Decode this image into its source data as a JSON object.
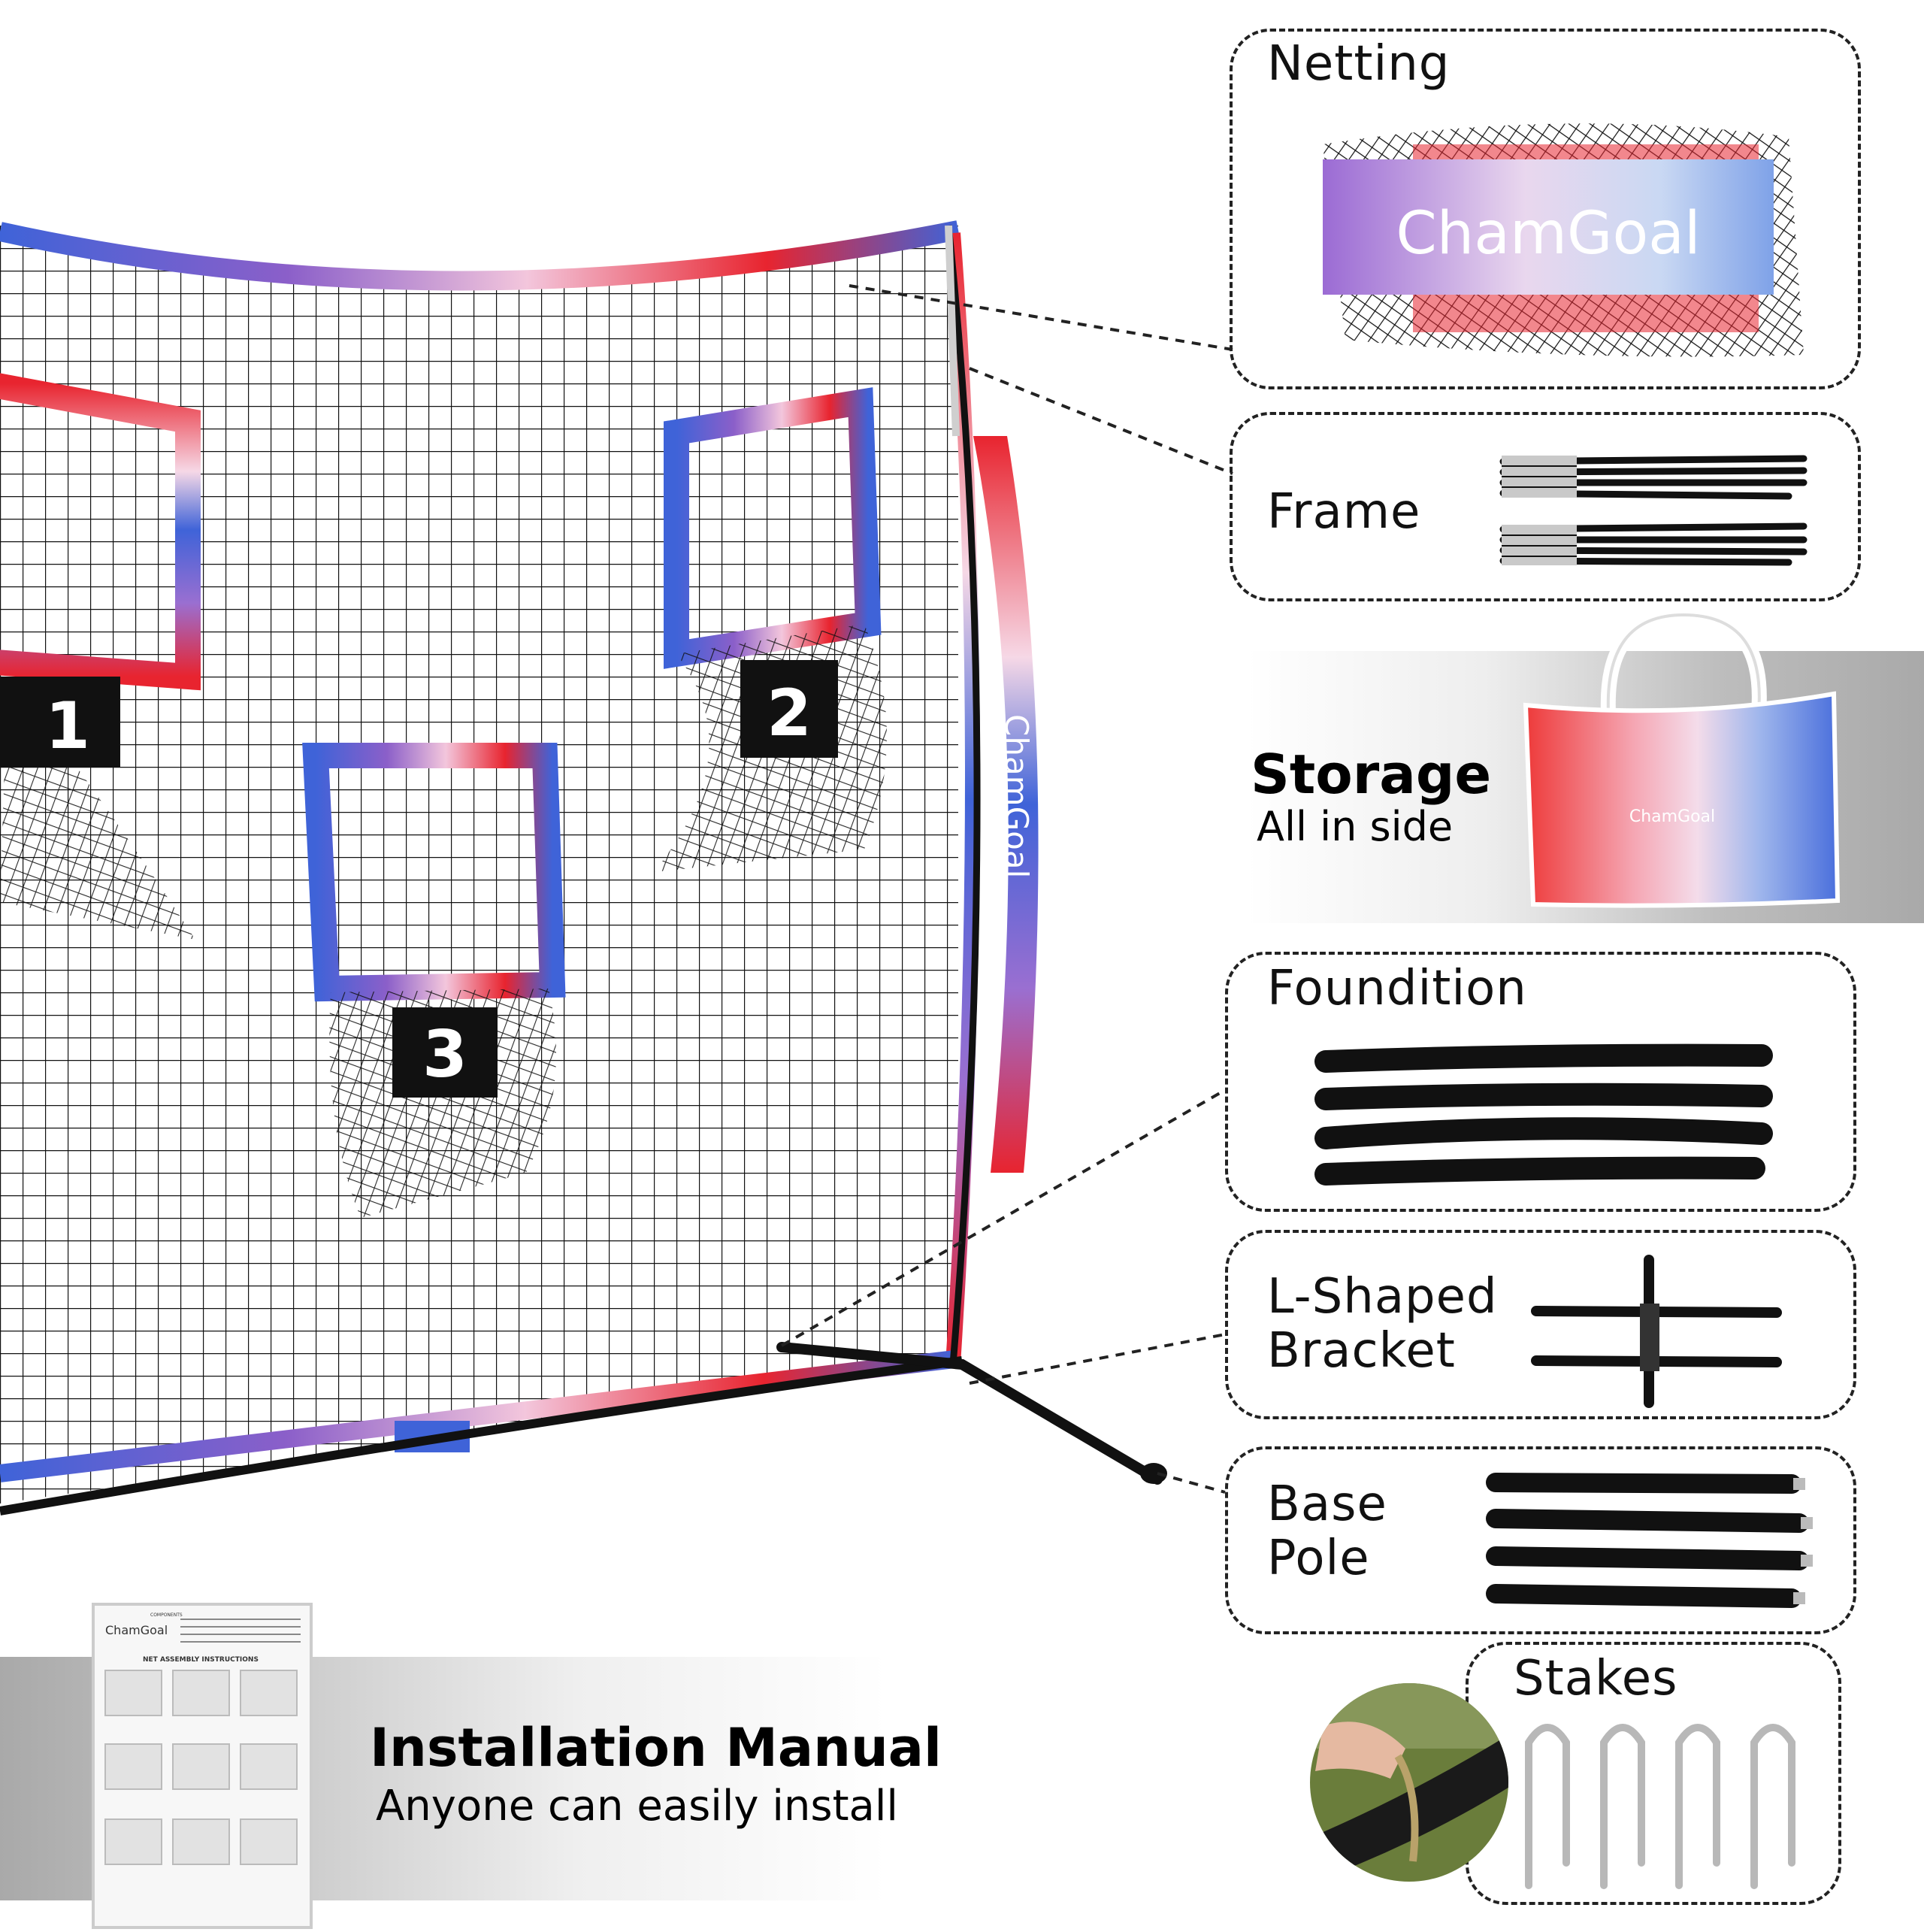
{
  "brand": "ChamGoal",
  "target_numbers": [
    "1",
    "2",
    "3"
  ],
  "components": {
    "netting": "Netting",
    "frame": "Frame",
    "storage": {
      "title": "Storage",
      "subtitle": "All in side"
    },
    "foundation": "Foundition",
    "l_bracket": "L-Shaped\nBracket",
    "base_pole": "Base\nPole",
    "stakes": "Stakes"
  },
  "manual": {
    "title": "Installation Manual",
    "subtitle": "Anyone can easily install",
    "booklet_brand": "ChamGoal",
    "booklet_heading": "NET ASSEMBLY INSTRUCTIONS",
    "booklet_components": "COMPONENTS"
  },
  "colors": {
    "red": "#e8242f",
    "blue": "#3f63d8",
    "purple": "#8b5fc9",
    "black": "#111111"
  }
}
